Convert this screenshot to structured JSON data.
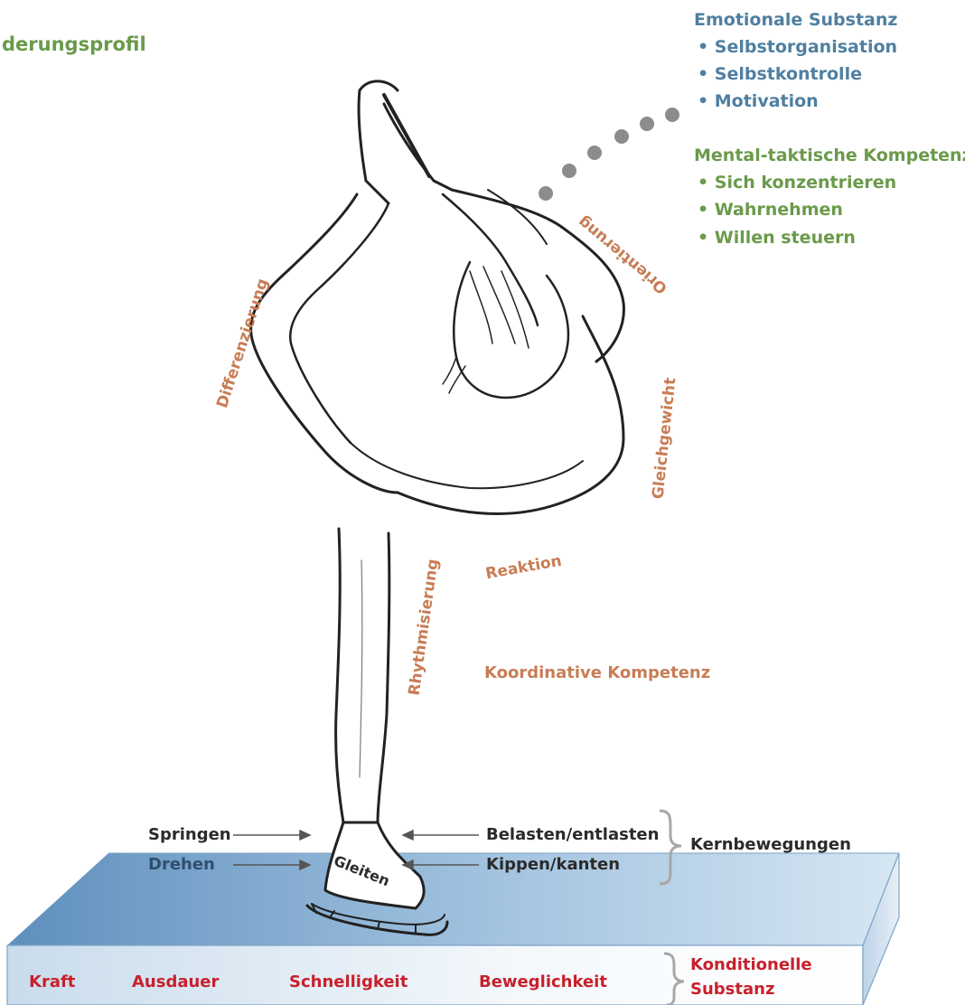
{
  "title": "derungsprofil",
  "emotional": {
    "heading": "Emotionale Substanz",
    "items": [
      "Selbstorganisation",
      "Selbstkontrolle",
      "Motivation"
    ]
  },
  "mental": {
    "heading": "Mental-taktische Kompetenz",
    "items": [
      "Sich konzentrieren",
      "Wahrnehmen",
      "Willen steuern"
    ]
  },
  "coordination": {
    "heading": "Koordinative Kompetenz",
    "abilities": {
      "orientierung": "Orientierung",
      "differenzierung": "Differenzierung",
      "gleichgewicht": "Gleichgewicht",
      "reaktion": "Reaktion",
      "rhythmisierung": "Rhythmisierung"
    }
  },
  "core": {
    "label": "Kernbewegungen",
    "left": [
      "Springen",
      "Drehen"
    ],
    "right": [
      "Belasten/entlasten",
      "Kippen/kanten"
    ],
    "center": "Gleiten"
  },
  "conditional": {
    "label_line1": "Konditionelle",
    "label_line2": "Substanz",
    "items": [
      "Kraft",
      "Ausdauer",
      "Schnelligkeit",
      "Beweglichkeit"
    ]
  },
  "colors": {
    "emotional": "#4f7fa0",
    "mental": "#6a9a4a",
    "coordination": "#c87d55",
    "conditional": "#c8202c",
    "ice": "#7fa9cc",
    "dots": "#8c8c8c"
  }
}
